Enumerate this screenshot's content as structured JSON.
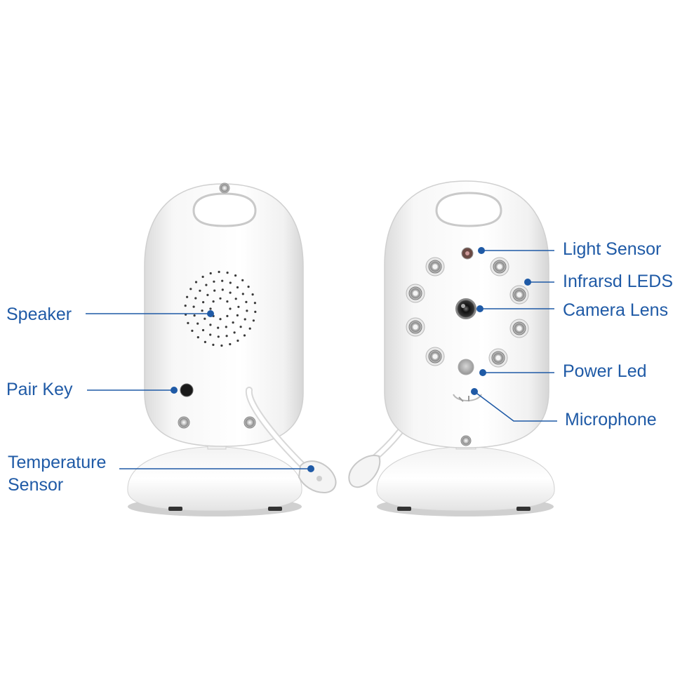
{
  "labels": {
    "speaker": "Speaker",
    "pair_key": "Pair Key",
    "temperature_sensor_line1": "Temperature",
    "temperature_sensor_line2": "Sensor",
    "light_sensor": "Light Sensor",
    "infrared_leds": "Infrarsd LEDS",
    "camera_lens": "Camera Lens",
    "power_led": "Power Led",
    "microphone": "Microphone"
  },
  "colors": {
    "label_text": "#1f5aa6",
    "leader_line": "#1f5aa6",
    "device_body": "#f4f4f4",
    "device_shadow": "#d9d9d9",
    "background": "#ffffff"
  },
  "icons": {
    "device_back": "baby-monitor-camera-back",
    "device_front": "baby-monitor-camera-front"
  }
}
